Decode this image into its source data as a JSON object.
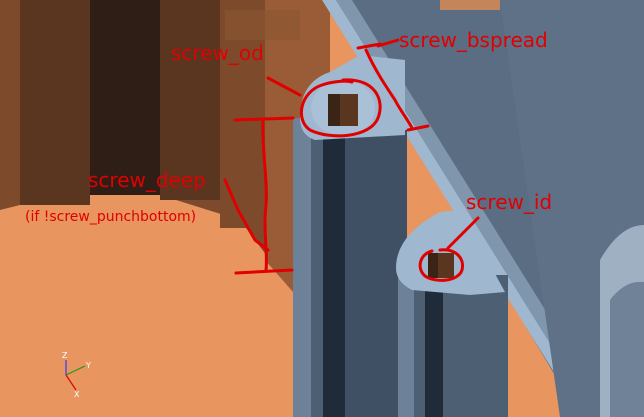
{
  "annotations": {
    "screw_od": "screw_od",
    "screw_bspread": "screw_bspread",
    "screw_deep": "screw_deep",
    "screw_deep_note": "(if !screw_punchbottom)",
    "screw_id": "screw_id"
  },
  "axes": {
    "x": "X",
    "y": "Y",
    "z": "Z"
  },
  "colors": {
    "annotation": "#e00000",
    "floor": "#e8955f",
    "wall_dark": "#6b4028",
    "part_blue": "#5a6d82"
  }
}
